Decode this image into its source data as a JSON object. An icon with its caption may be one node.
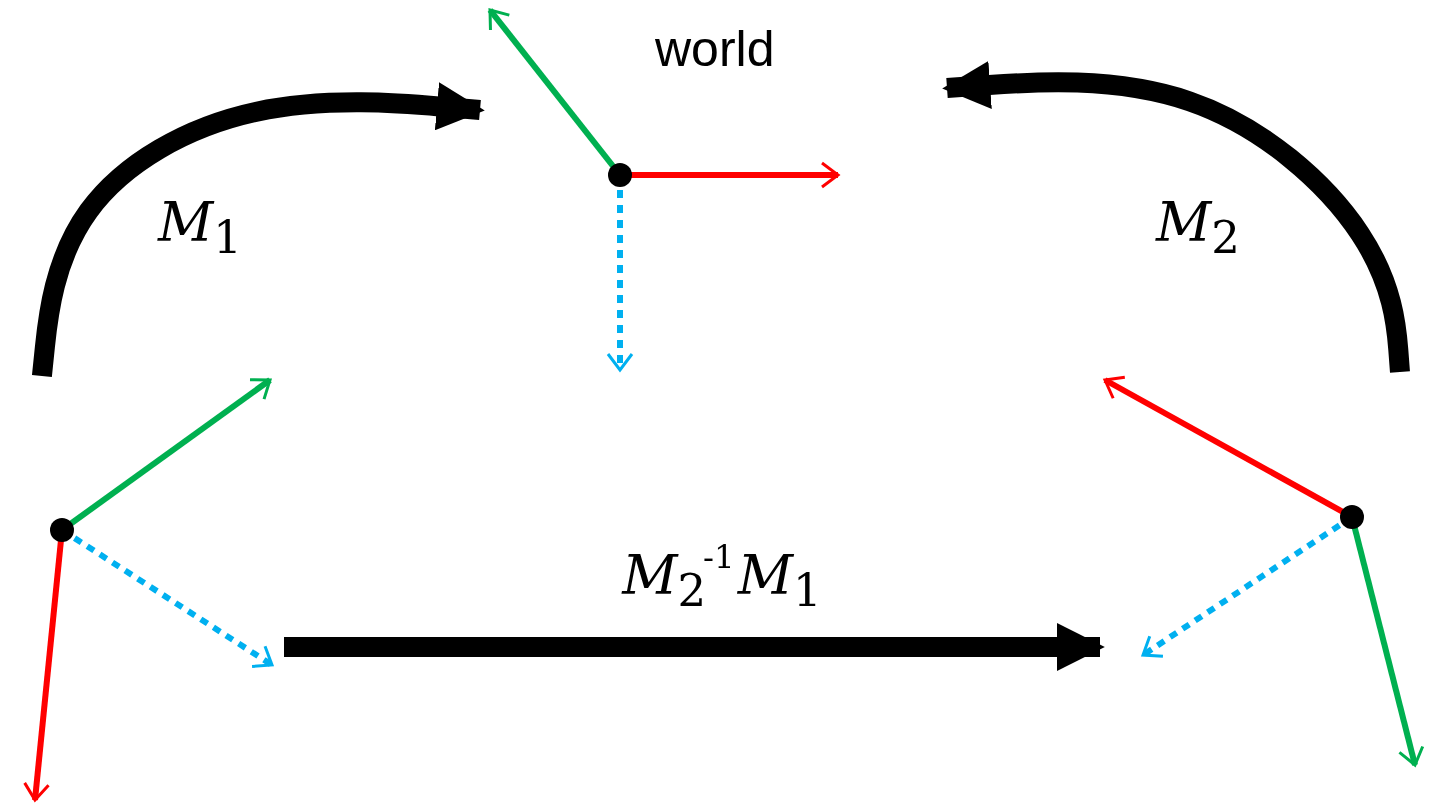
{
  "diagram": {
    "nodes": [
      {
        "text": [],
        "shape": "picture"
      },
      {
        "text": [
          "world"
        ]
      },
      {
        "text": [],
        "shape": "picture"
      }
    ],
    "edges": [
      {
        "from": 0,
        "to": 1,
        "arrow": "to",
        "label": "*M*$_{1}$"
      },
      {
        "from": 2,
        "to": 1,
        "arrow": "to",
        "label": "*M*$_{2}$"
      },
      {
        "from": 0,
        "to": 2,
        "arrow": "to",
        "label": "*M*$_{2}$$^{-1}$*M*$_{1}$"
      }
    ]
  }
}
